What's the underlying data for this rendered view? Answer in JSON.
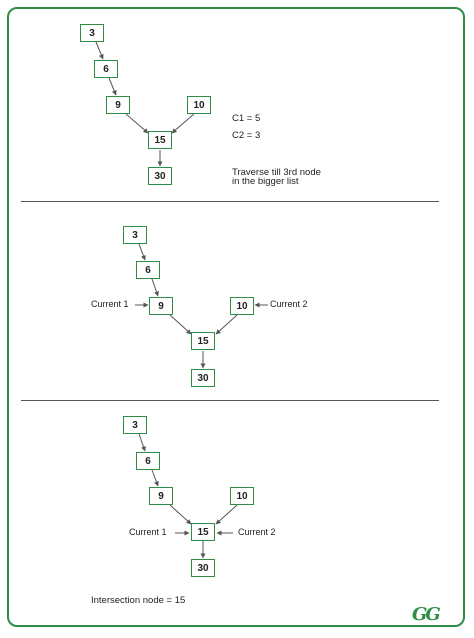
{
  "section1": {
    "nodes": {
      "n3": "3",
      "n6": "6",
      "n9": "9",
      "n10": "10",
      "n15": "15",
      "n30": "30"
    },
    "c1": "C1 = 5",
    "c2": "C2 = 3",
    "note_line1": "Traverse till 3rd node",
    "note_line2": "in the bigger list"
  },
  "section2": {
    "nodes": {
      "n3": "3",
      "n6": "6",
      "n9": "9",
      "n10": "10",
      "n15": "15",
      "n30": "30"
    },
    "current1": "Current 1",
    "current2": "Current 2"
  },
  "section3": {
    "nodes": {
      "n3": "3",
      "n6": "6",
      "n9": "9",
      "n10": "10",
      "n15": "15",
      "n30": "30"
    },
    "current1": "Current 1",
    "current2": "Current 2",
    "result": "Intersection node = 15"
  },
  "logo": {
    "text": "GG",
    "color": "#2f8d46"
  },
  "colors": {
    "node_border": "#2f8d46",
    "arrow": "#555555"
  }
}
